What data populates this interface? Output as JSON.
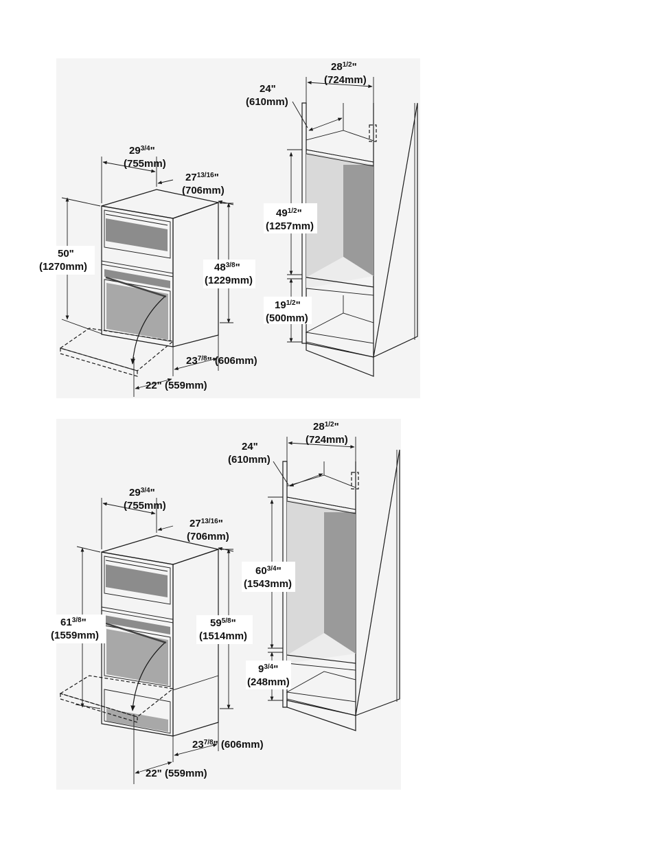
{
  "top": {
    "oven": {
      "width": {
        "whole": "29",
        "frac": "3/4",
        "tail": "\"",
        "mm": "(755mm)"
      },
      "depth_top": {
        "whole": "27",
        "frac": "13/16",
        "tail": "\"",
        "mm": "(706mm)"
      },
      "height_total": {
        "whole": "50\"",
        "mm": "(1270mm)"
      },
      "height_body": {
        "whole": "48",
        "frac": "3/8",
        "tail": "\"",
        "mm": "(1229mm)"
      },
      "depth_body": {
        "whole": "23",
        "frac": "7/8",
        "tail": "\" (606mm)"
      },
      "door_depth": {
        "whole": "22\" (559mm)"
      }
    },
    "cabinet": {
      "width": {
        "whole": "28",
        "frac": "1/2",
        "tail": "\"",
        "mm": "(724mm)"
      },
      "depth": {
        "whole": "24\"",
        "mm": "(610mm)"
      },
      "cutout_height": {
        "whole": "49",
        "frac": "1/2",
        "tail": "\"",
        "mm": "(1257mm)"
      },
      "floor_height": {
        "whole": "19",
        "frac": "1/2",
        "tail": "\"",
        "mm": "(500mm)"
      }
    }
  },
  "bottom": {
    "oven": {
      "width": {
        "whole": "29",
        "frac": "3/4",
        "tail": "\"",
        "mm": "(755mm)"
      },
      "depth_top": {
        "whole": "27",
        "frac": "13/16",
        "tail": "\"",
        "mm": "(706mm)"
      },
      "height_total": {
        "whole": "61",
        "frac": "3/8",
        "tail": "\"",
        "mm": "(1559mm)"
      },
      "height_body": {
        "whole": "59",
        "frac": "5/8",
        "tail": "\"",
        "mm": "(1514mm)"
      },
      "depth_body": {
        "whole": "23",
        "frac": "7/8",
        "tail": "\" (606mm)"
      },
      "door_depth": {
        "whole": "22\" (559mm)"
      }
    },
    "cabinet": {
      "width": {
        "whole": "28",
        "frac": "1/2",
        "tail": "\"",
        "mm": "(724mm)"
      },
      "depth": {
        "whole": "24\"",
        "mm": "(610mm)"
      },
      "cutout_height": {
        "whole": "60",
        "frac": "3/4",
        "tail": "\"",
        "mm": "(1543mm)"
      },
      "floor_height": {
        "whole": "9",
        "frac": "3/4",
        "tail": "\"",
        "mm": "(248mm)"
      }
    }
  }
}
